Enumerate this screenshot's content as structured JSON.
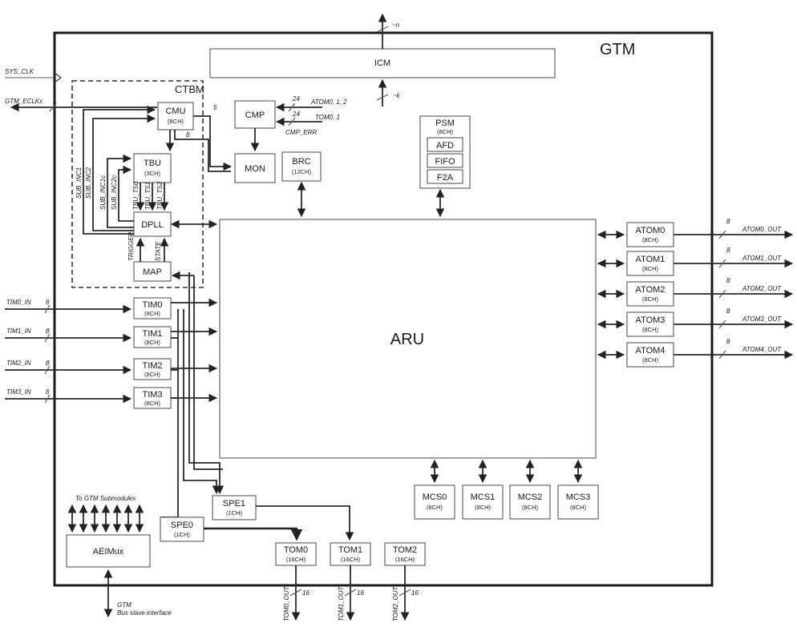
{
  "title": "GTM",
  "ctbm": "CTBM",
  "icm": "ICM",
  "aru": "ARU",
  "icm_top_width": "~n",
  "icm_bottom_width": "~k",
  "blocks": {
    "cmu": {
      "name": "CMU",
      "ch": "(8CH)"
    },
    "tbu": {
      "name": "TBU",
      "ch": "(3CH)"
    },
    "dpll": {
      "name": "DPLL"
    },
    "map": {
      "name": "MAP"
    },
    "cmp": {
      "name": "CMP"
    },
    "mon": {
      "name": "MON"
    },
    "brc": {
      "name": "BRC",
      "ch": "(12CH)"
    },
    "psm": {
      "name": "PSM",
      "ch": "(8CH)",
      "afd": "AFD",
      "fifo": "FIFO",
      "f2a": "F2A"
    },
    "aeimux": {
      "name": "AEIMux"
    },
    "spe0": {
      "name": "SPE0",
      "ch": "(1CH)"
    },
    "spe1": {
      "name": "SPE1",
      "ch": "(1CH)"
    }
  },
  "tim": [
    {
      "name": "TIM0",
      "ch": "(8CH)",
      "in": "TIM0_IN",
      "w": "8"
    },
    {
      "name": "TIM1",
      "ch": "(8CH)",
      "in": "TIM1_IN",
      "w": "8"
    },
    {
      "name": "TIM2",
      "ch": "(8CH)",
      "in": "TIM2_IN",
      "w": "8"
    },
    {
      "name": "TIM3",
      "ch": "(8CH)",
      "in": "TIM3_IN",
      "w": "8"
    }
  ],
  "atom": [
    {
      "name": "ATOM0",
      "ch": "(8CH)",
      "out": "ATOM0_OUT",
      "w": "8"
    },
    {
      "name": "ATOM1",
      "ch": "(8CH)",
      "out": "ATOM1_OUT",
      "w": "8"
    },
    {
      "name": "ATOM2",
      "ch": "(8CH)",
      "out": "ATOM2_OUT",
      "w": "8"
    },
    {
      "name": "ATOM3",
      "ch": "(8CH)",
      "out": "ATOM3_OUT",
      "w": "8"
    },
    {
      "name": "ATOM4",
      "ch": "(8CH)",
      "out": "ATOM4_OUT",
      "w": "8"
    }
  ],
  "mcs": [
    {
      "name": "MCS0",
      "ch": "(8CH)"
    },
    {
      "name": "MCS1",
      "ch": "(8CH)"
    },
    {
      "name": "MCS2",
      "ch": "(8CH)"
    },
    {
      "name": "MCS3",
      "ch": "(8CH)"
    }
  ],
  "tom": [
    {
      "name": "TOM0",
      "ch": "(16CH)",
      "out": "TOM0_OUT",
      "w": "16"
    },
    {
      "name": "TOM1",
      "ch": "(16CH)",
      "out": "TOM1_OUT",
      "w": "16"
    },
    {
      "name": "TOM2",
      "ch": "(16CH)",
      "out": "TOM2_OUT",
      "w": "16"
    }
  ],
  "signals": {
    "sys_clk": "SYS_CLK",
    "gtm_eclk": "GTM_ECLKx",
    "cmu_out_w": "5",
    "cmu_tbu_w": "8",
    "cmp_atom_in": "ATOM0, 1, 2",
    "cmp_tom_in": "TOM0, 1",
    "cmp_w1": "24",
    "cmp_w2": "24",
    "cmp_err": "CMP_ERR",
    "sub_inc1": "SUB_INC1",
    "sub_inc2": "SUB_INC2",
    "sub_inc1c": "SUB_INC1c",
    "sub_inc2c": "SUB_INC2c",
    "tbu_ts0": "TBU_TS0",
    "tbu_ts1": "TBU_TS1",
    "tbu_ts2": "TBU_TS2",
    "trigger": "TRIGGER",
    "state": "STATE",
    "to_gtm_submodules": "To GTM  Submodules",
    "bus_label_1": "GTM",
    "bus_label_2": "Bus slave interface"
  }
}
